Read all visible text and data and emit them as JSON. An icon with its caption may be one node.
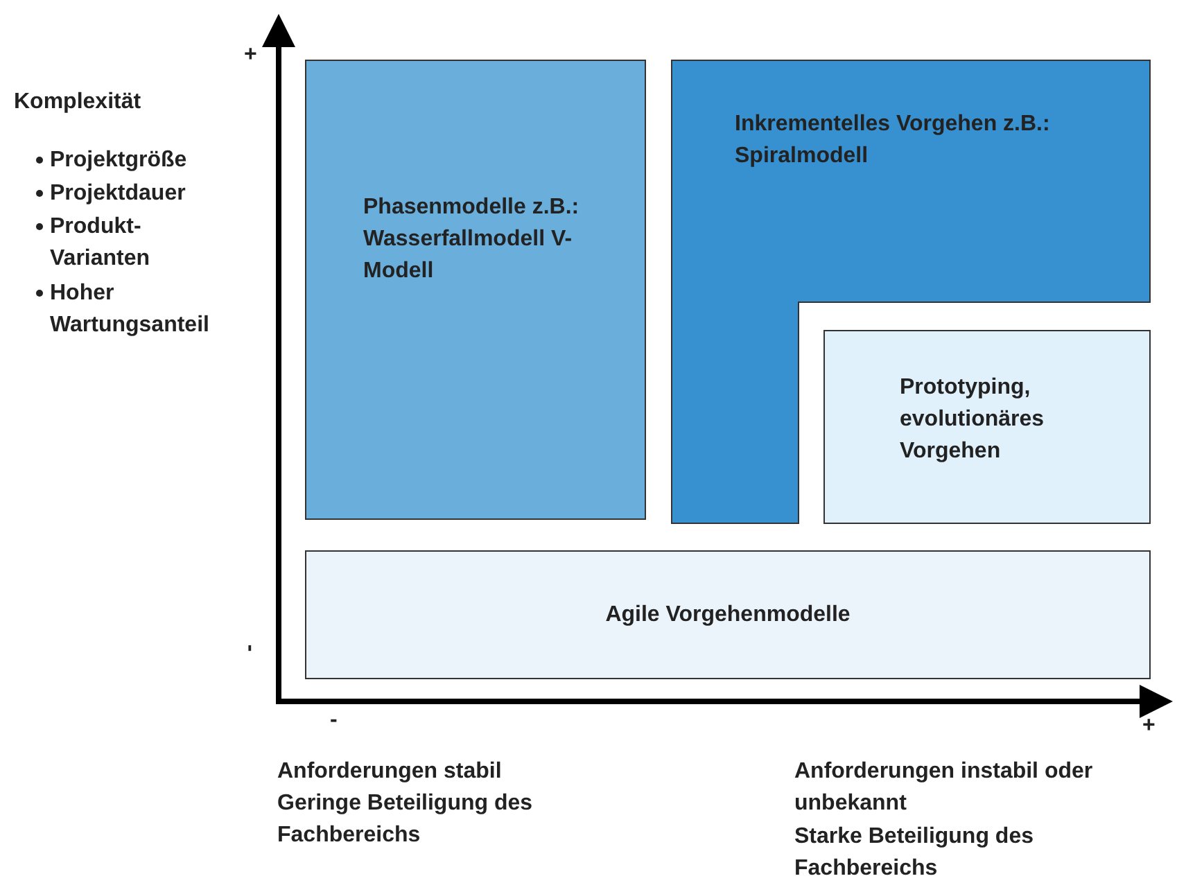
{
  "diagram": {
    "nodes": [
      {
        "text": [
          "Phasenmodelle z.B.: Wasserfallmodell V-Modell"
        ]
      },
      {
        "text": [
          "Inkrementelles Vorgehen z.B.: Spiralmodell"
        ]
      },
      {
        "text": [
          "Prototyping, evolutionäres Vorgehen"
        ]
      },
      {
        "text": [
          "Agile Vorgehenmodelle"
        ]
      }
    ],
    "edges": [],
    "labels": [
      "+",
      "Komplexität",
      "Projektgröße",
      "Projektdauer",
      "Produkt- Varianten",
      "Hoher Wartungsanteil",
      "-",
      "-",
      "+",
      "Anforderungen stabil",
      "Geringe Beteiligung des Fachbereichs",
      "Anforderungen instabil oder unbekannt",
      "Starke Beteiligung des Fachbereichs"
    ]
  }
}
